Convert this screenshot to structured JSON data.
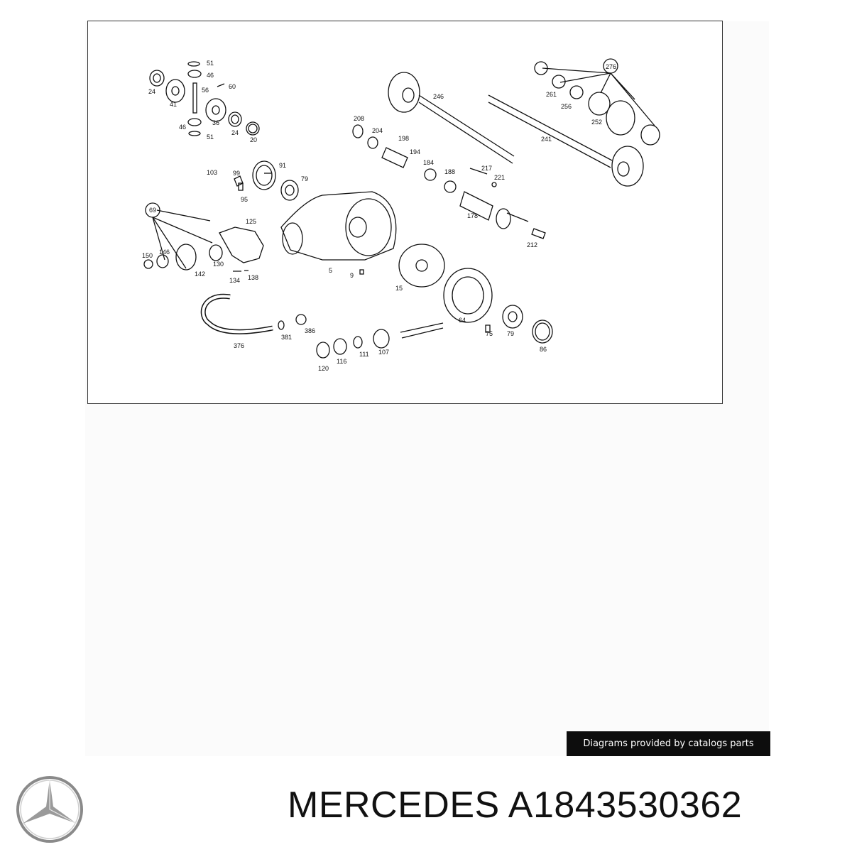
{
  "diagram": {
    "callouts": [
      {
        "id": "p51a",
        "text": "51"
      },
      {
        "id": "p46a",
        "text": "46"
      },
      {
        "id": "p24a",
        "text": "24"
      },
      {
        "id": "p56",
        "text": "56"
      },
      {
        "id": "p60",
        "text": "60"
      },
      {
        "id": "p41",
        "text": "41"
      },
      {
        "id": "p36",
        "text": "36"
      },
      {
        "id": "p46b",
        "text": "46"
      },
      {
        "id": "p24b",
        "text": "24"
      },
      {
        "id": "p51b",
        "text": "51"
      },
      {
        "id": "p20",
        "text": "20"
      },
      {
        "id": "p246",
        "text": "246"
      },
      {
        "id": "p276",
        "text": "276"
      },
      {
        "id": "p261",
        "text": "261"
      },
      {
        "id": "p256",
        "text": "256"
      },
      {
        "id": "p252",
        "text": "252"
      },
      {
        "id": "p241",
        "text": "241"
      },
      {
        "id": "p208",
        "text": "208"
      },
      {
        "id": "p204",
        "text": "204"
      },
      {
        "id": "p198",
        "text": "198"
      },
      {
        "id": "p194",
        "text": "194"
      },
      {
        "id": "p184",
        "text": "184"
      },
      {
        "id": "p188",
        "text": "188"
      },
      {
        "id": "p217",
        "text": "217"
      },
      {
        "id": "p221",
        "text": "221"
      },
      {
        "id": "p103",
        "text": "103"
      },
      {
        "id": "p99",
        "text": "99"
      },
      {
        "id": "p91",
        "text": "91"
      },
      {
        "id": "p79a",
        "text": "79"
      },
      {
        "id": "p95",
        "text": "95"
      },
      {
        "id": "p178",
        "text": "178"
      },
      {
        "id": "p69",
        "text": "69"
      },
      {
        "id": "p125",
        "text": "125"
      },
      {
        "id": "p212",
        "text": "212"
      },
      {
        "id": "p150",
        "text": "150"
      },
      {
        "id": "p146",
        "text": "146"
      },
      {
        "id": "p130",
        "text": "130"
      },
      {
        "id": "p142",
        "text": "142"
      },
      {
        "id": "p134",
        "text": "134"
      },
      {
        "id": "p138",
        "text": "138"
      },
      {
        "id": "p5",
        "text": "5"
      },
      {
        "id": "p9",
        "text": "9"
      },
      {
        "id": "p15",
        "text": "15"
      },
      {
        "id": "p64",
        "text": "64"
      },
      {
        "id": "p75",
        "text": "75"
      },
      {
        "id": "p79b",
        "text": "79"
      },
      {
        "id": "p86",
        "text": "86"
      },
      {
        "id": "p386",
        "text": "386"
      },
      {
        "id": "p381",
        "text": "381"
      },
      {
        "id": "p376",
        "text": "376"
      },
      {
        "id": "p120",
        "text": "120"
      },
      {
        "id": "p116",
        "text": "116"
      },
      {
        "id": "p111",
        "text": "111"
      },
      {
        "id": "p107",
        "text": "107"
      }
    ]
  },
  "credit": "Diagrams provided by catalogs parts",
  "brand": {
    "logo_icon": "mercedes-star-icon",
    "title": "MERCEDES A1843530362"
  }
}
